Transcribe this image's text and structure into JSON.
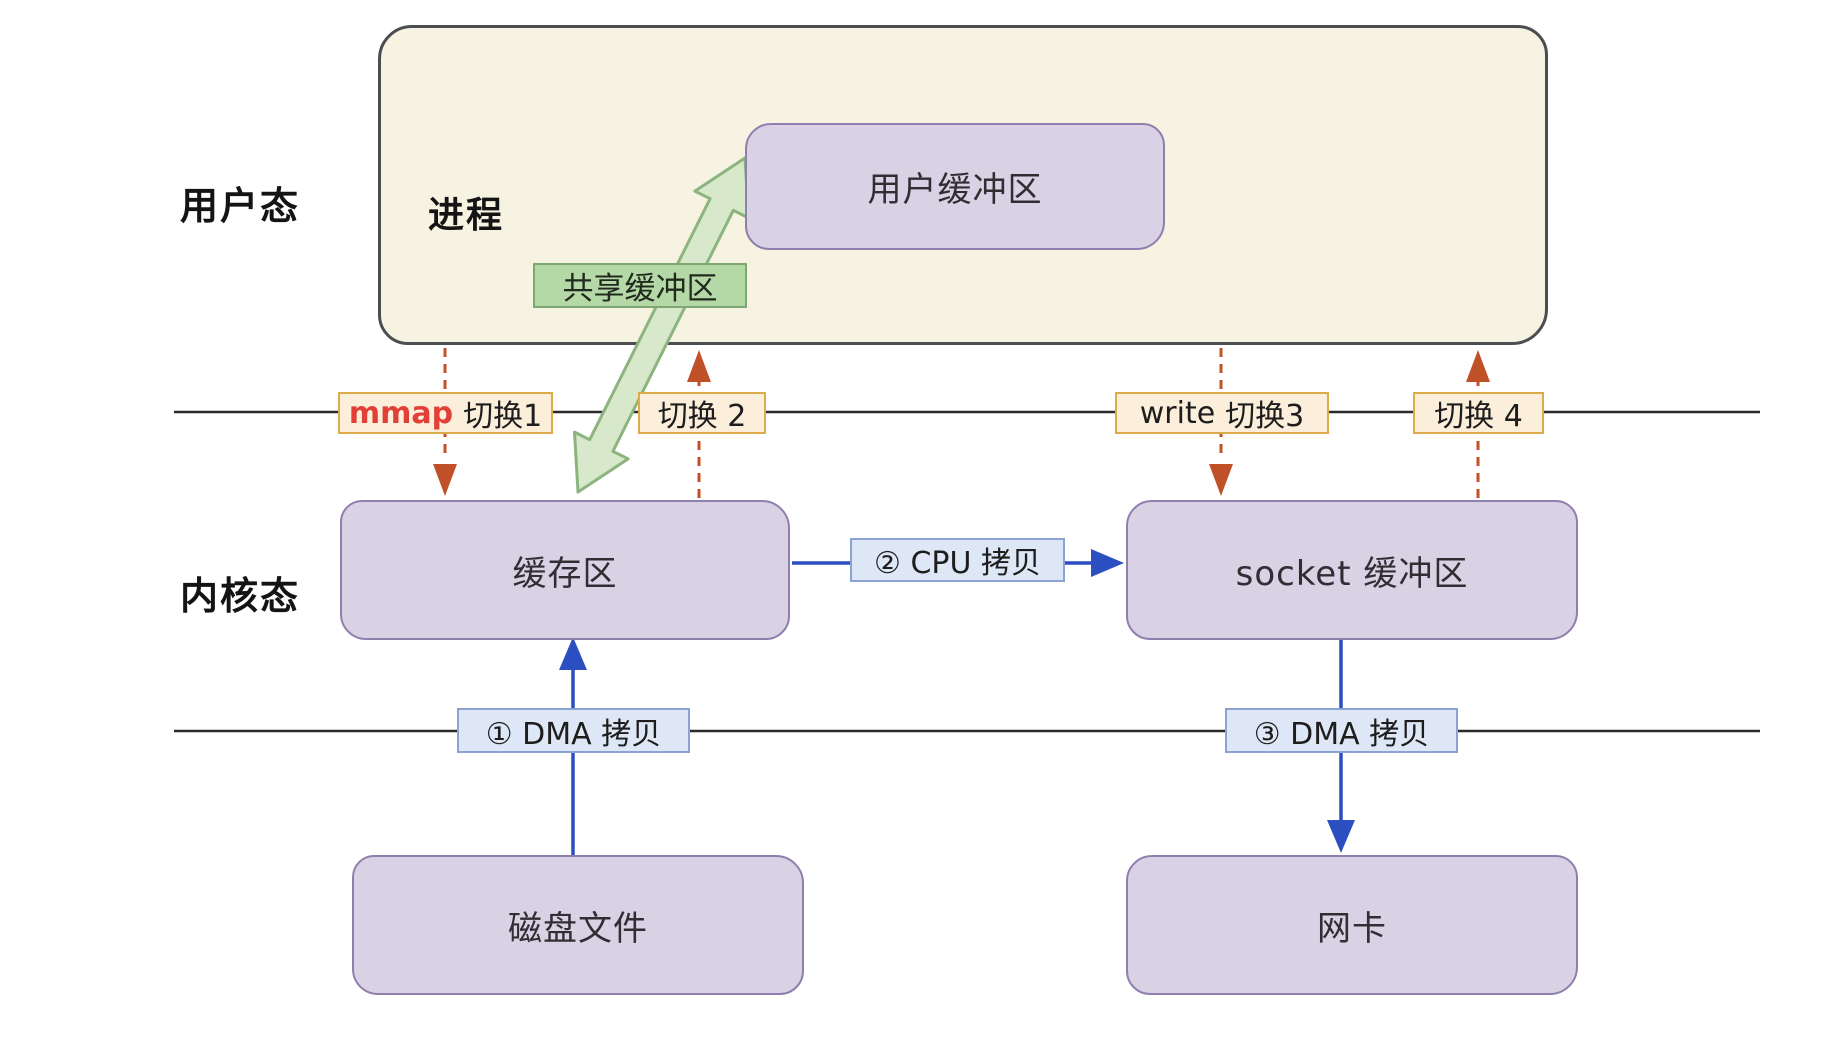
{
  "zones": {
    "user_mode": "用户态",
    "kernel_mode": "内核态"
  },
  "process": {
    "label": "进程"
  },
  "boxes": {
    "user_buffer": "用户缓冲区",
    "kernel_buffer": "缓存区",
    "socket_buffer": "socket 缓冲区",
    "disk_file": "磁盘文件",
    "nic": "网卡"
  },
  "tags": {
    "shared_buffer": "共享缓冲区"
  },
  "switches": {
    "s1_prefix": "mmap",
    "s1_text": "切换1",
    "s2_text": "切换 2",
    "s3_prefix": "write",
    "s3_text": "切换3",
    "s4_text": "切换 4"
  },
  "copies": {
    "dma1": "① DMA 拷贝",
    "cpu2": "② CPU 拷贝",
    "dma3": "③ DMA 拷贝"
  },
  "colors": {
    "user_zone_fill": "#f7f3e2",
    "purple_fill": "#d9d1e4",
    "purple_border": "#8f7fae",
    "green_fill": "#b5d9a6",
    "green_border": "#7ea871",
    "arrow_green_fill": "#d8e9cb",
    "arrow_green_border": "#8cb47e",
    "tan_fill": "#fbeeda",
    "tan_border": "#ddab49",
    "blue_fill": "#dde7f6",
    "blue_border": "#8ba3d4",
    "blue_line": "#2b4fc0",
    "red_dash": "#c05028",
    "mmap_red": "#e23f36"
  }
}
